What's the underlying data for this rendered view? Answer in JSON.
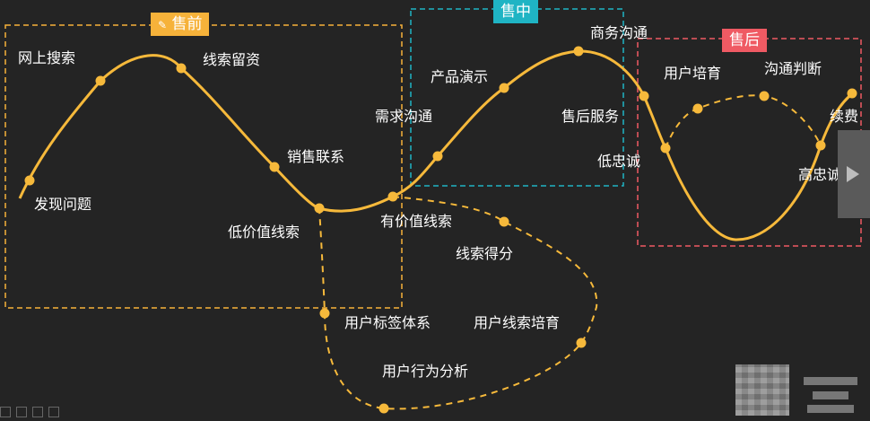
{
  "stages": {
    "pre": {
      "tag": "售前",
      "color": "#f6b23a"
    },
    "mid": {
      "tag": "售中",
      "color": "#1fb4c4"
    },
    "post": {
      "tag": "售后",
      "color": "#ef5a63"
    }
  },
  "curve_color": "#f6b93b",
  "main_curve_labels": {
    "online_search": "网上搜索",
    "lead_capture": "线索留资",
    "sales_contact": "销售联系",
    "find_problem": "发现问题",
    "low_value_lead": "低价值线索",
    "valuable_lead": "有价值线索",
    "needs_communication": "需求沟通",
    "product_demo": "产品演示",
    "business_negotiation": "商务沟通",
    "after_sales_service": "售后服务",
    "low_loyalty": "低忠诚",
    "user_nurturing": "用户培育",
    "communication_judgement": "沟通判断",
    "renewal": "续费",
    "high_loyalty": "高忠诚"
  },
  "loop_labels": {
    "lead_scoring": "线索得分",
    "user_tag_system": "用户标签体系",
    "user_lead_nurturing": "用户线索培育",
    "user_behavior_analysis": "用户行为分析"
  }
}
